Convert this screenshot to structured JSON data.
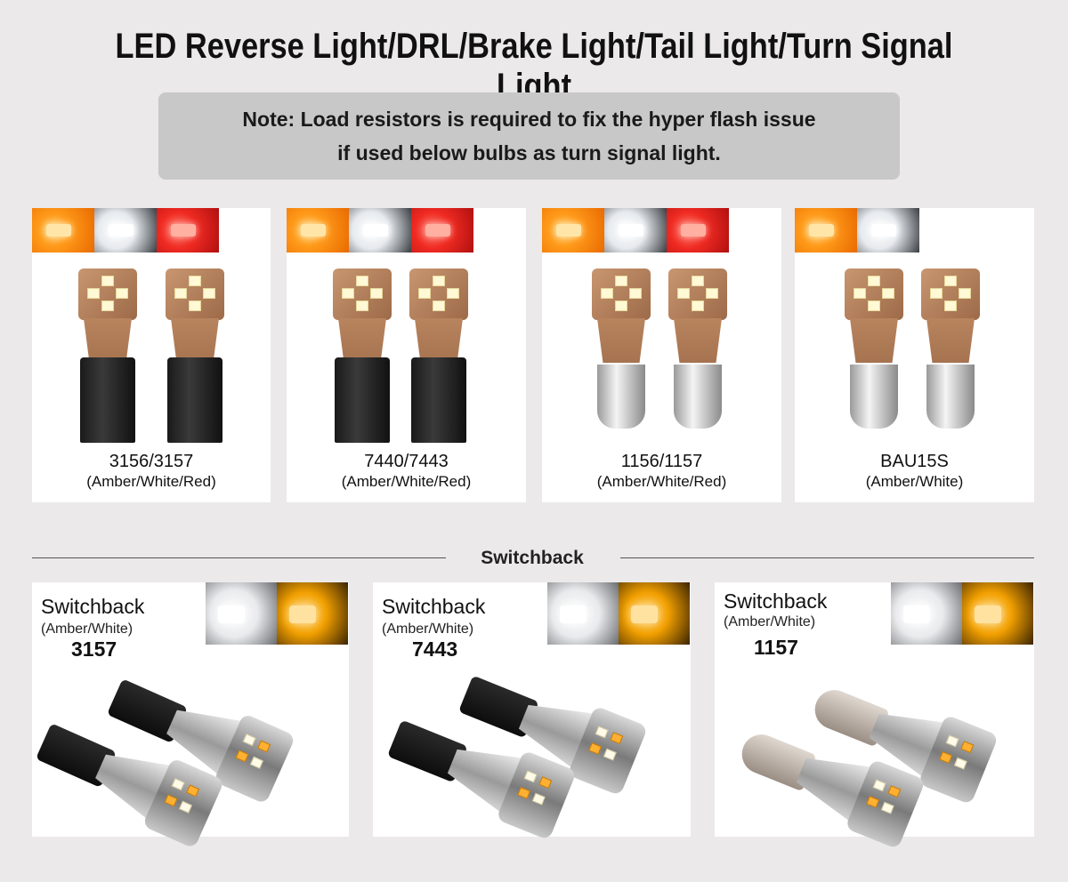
{
  "title": "LED Reverse Light/DRL/Brake Light/Tail Light/Turn Signal Light",
  "note": {
    "line1": "Note: Load resistors is required to fix the hyper flash issue",
    "line2": "if used below bulbs as turn signal light."
  },
  "products": [
    {
      "model": "3156/3157",
      "colors": "(Amber/White/Red)",
      "swatches": [
        "amber",
        "white",
        "red"
      ],
      "base": "black"
    },
    {
      "model": "7440/7443",
      "colors": "(Amber/White/Red)",
      "swatches": [
        "amber",
        "white",
        "red"
      ],
      "base": "black"
    },
    {
      "model": "1156/1157",
      "colors": "(Amber/White/Red)",
      "swatches": [
        "amber",
        "white",
        "red"
      ],
      "base": "metal"
    },
    {
      "model": "BAU15S",
      "colors": "(Amber/White)",
      "swatches": [
        "amber",
        "white"
      ],
      "base": "metal"
    }
  ],
  "section_label": "Switchback",
  "switchback": [
    {
      "title": "Switchback",
      "colors": "(Amber/White)",
      "model": "3157",
      "base": "black"
    },
    {
      "title": "Switchback",
      "colors": "(Amber/White)",
      "model": "7443",
      "base": "black"
    },
    {
      "title": "Switchback",
      "colors": "(Amber/White)",
      "model": "1157",
      "base": "silver"
    }
  ],
  "colors": {
    "background": "#ebe9ea",
    "note_box": "#c8c8c8",
    "card": "#ffffff"
  }
}
